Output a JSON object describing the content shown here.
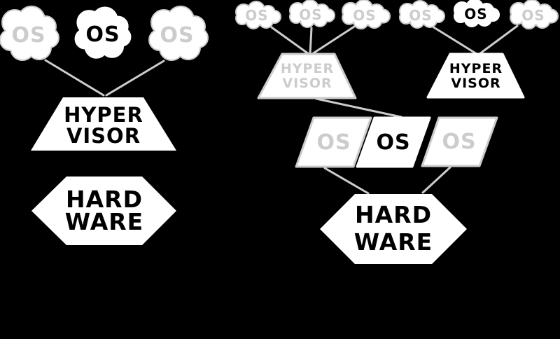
{
  "colors": {
    "background": "#000000",
    "shape_fill": "#ffffff",
    "faded_gray": "#cccccc",
    "dark_text": "#000000"
  },
  "left_stack": {
    "clouds": [
      {
        "label": "OS",
        "emphasis": "faded"
      },
      {
        "label": "OS",
        "emphasis": "bold"
      },
      {
        "label": "OS",
        "emphasis": "faded"
      }
    ],
    "hypervisor": {
      "line1": "HYPER",
      "line2": "VISOR",
      "emphasis": "bold"
    },
    "hardware": {
      "line1": "HARD",
      "line2": "WARE"
    }
  },
  "right_stack": {
    "hosted_group": {
      "clouds": [
        {
          "label": "OS",
          "emphasis": "faded"
        },
        {
          "label": "OS",
          "emphasis": "faded"
        },
        {
          "label": "OS",
          "emphasis": "faded"
        }
      ],
      "hypervisor": {
        "line1": "HYPER",
        "line2": "VISOR",
        "emphasis": "faded"
      }
    },
    "bare_group": {
      "clouds": [
        {
          "label": "OS",
          "emphasis": "faded"
        },
        {
          "label": "OS",
          "emphasis": "bold"
        },
        {
          "label": "OS",
          "emphasis": "faded"
        }
      ],
      "hypervisor": {
        "line1": "HYPER",
        "line2": "VISOR",
        "emphasis": "bold"
      }
    },
    "host_os_row": [
      {
        "label": "OS",
        "emphasis": "faded"
      },
      {
        "label": "OS",
        "emphasis": "bold"
      },
      {
        "label": "OS",
        "emphasis": "faded"
      }
    ],
    "hardware": {
      "line1": "HARD",
      "line2": "WARE"
    }
  }
}
